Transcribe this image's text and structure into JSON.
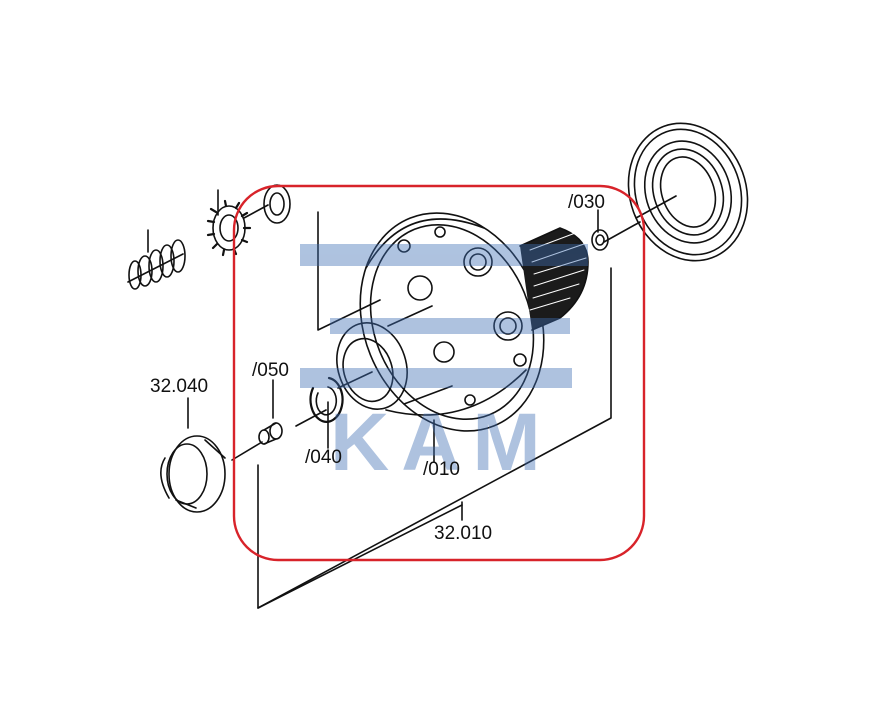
{
  "diagram": {
    "callouts": {
      "c030": "/030",
      "c050": "/050",
      "c32040": "32.040",
      "c040": "/040",
      "c010": "/010",
      "c32010": "32.010"
    },
    "watermark": {
      "text": "KAM",
      "color": "#3f6fb5"
    },
    "highlight_color": "#d8232a",
    "line_color": "#111111"
  }
}
